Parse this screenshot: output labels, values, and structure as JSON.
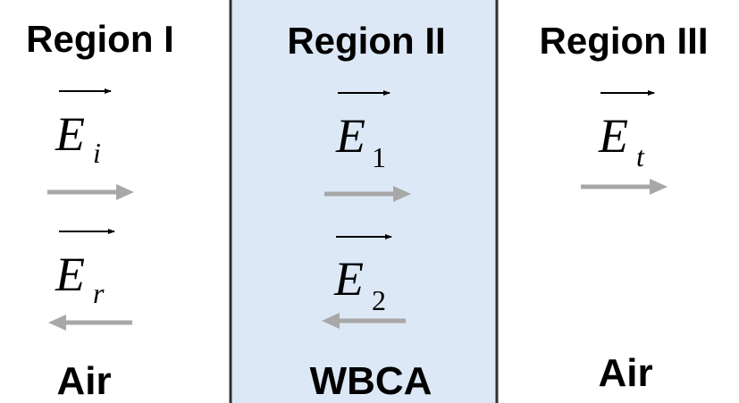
{
  "colors": {
    "slab_fill": "#dce8f5",
    "boundary_line": "#303030",
    "arrow_gray": "#a8a8a8"
  },
  "regions": [
    {
      "title": "Region I",
      "medium": "Air"
    },
    {
      "title": "Region II",
      "medium": "WBCA"
    },
    {
      "title": "Region III",
      "medium": "Air"
    }
  ],
  "fields": {
    "incident": {
      "symbol": "E",
      "subscript": "i",
      "direction": "forward"
    },
    "reflected": {
      "symbol": "E",
      "subscript": "r",
      "direction": "backward"
    },
    "forward_1": {
      "symbol": "E",
      "subscript": "1",
      "direction": "forward"
    },
    "backward_2": {
      "symbol": "E",
      "subscript": "2",
      "direction": "backward"
    },
    "transmitted": {
      "symbol": "E",
      "subscript": "t",
      "direction": "forward"
    }
  }
}
